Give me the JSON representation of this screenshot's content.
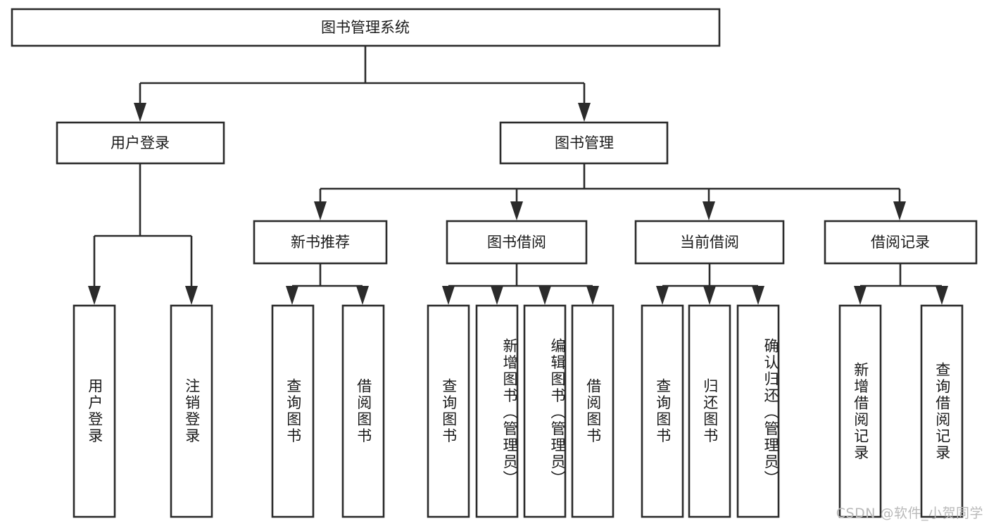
{
  "diagram": {
    "type": "tree-hierarchy",
    "title": "图书管理系统",
    "watermark": "CSDN @软件_小贺同学",
    "colors": {
      "stroke": "#2b2b2b",
      "fill": "#ffffff",
      "text": "#1a1a1a",
      "watermark": "#b9b9b9",
      "background": "#ffffff"
    },
    "root": {
      "label": "图书管理系统"
    },
    "level2": [
      {
        "id": "user-login",
        "label": "用户登录"
      },
      {
        "id": "book-management",
        "label": "图书管理"
      }
    ],
    "level3": [
      {
        "id": "new-book-recommend",
        "label": "新书推荐",
        "parent": "book-management"
      },
      {
        "id": "book-borrow",
        "label": "图书借阅",
        "parent": "book-management"
      },
      {
        "id": "current-borrow",
        "label": "当前借阅",
        "parent": "book-management"
      },
      {
        "id": "borrow-record",
        "label": "借阅记录",
        "parent": "book-management"
      }
    ],
    "leaves": [
      {
        "id": "leaf-user-login",
        "label": "用户登录",
        "parent": "user-login"
      },
      {
        "id": "leaf-logout-login",
        "label": "注销登录",
        "parent": "user-login"
      },
      {
        "id": "leaf-query-book-1",
        "label": "查询图书",
        "parent": "new-book-recommend"
      },
      {
        "id": "leaf-borrow-book-1",
        "label": "借阅图书",
        "parent": "new-book-recommend"
      },
      {
        "id": "leaf-query-book-2",
        "label": "查询图书",
        "parent": "book-borrow"
      },
      {
        "id": "leaf-add-book",
        "label": "新增图书（管理员）",
        "parent": "book-borrow"
      },
      {
        "id": "leaf-edit-book",
        "label": "编辑图书（管理员）",
        "parent": "book-borrow"
      },
      {
        "id": "leaf-borrow-book-2",
        "label": "借阅图书",
        "parent": "book-borrow"
      },
      {
        "id": "leaf-query-book-3",
        "label": "查询图书",
        "parent": "current-borrow"
      },
      {
        "id": "leaf-return-book",
        "label": "归还图书",
        "parent": "current-borrow"
      },
      {
        "id": "leaf-confirm-return",
        "label": "确认归还（管理员）",
        "parent": "current-borrow"
      },
      {
        "id": "leaf-add-record",
        "label": "新增借阅记录",
        "parent": "borrow-record"
      },
      {
        "id": "leaf-query-record",
        "label": "查询借阅记录",
        "parent": "borrow-record"
      }
    ]
  }
}
